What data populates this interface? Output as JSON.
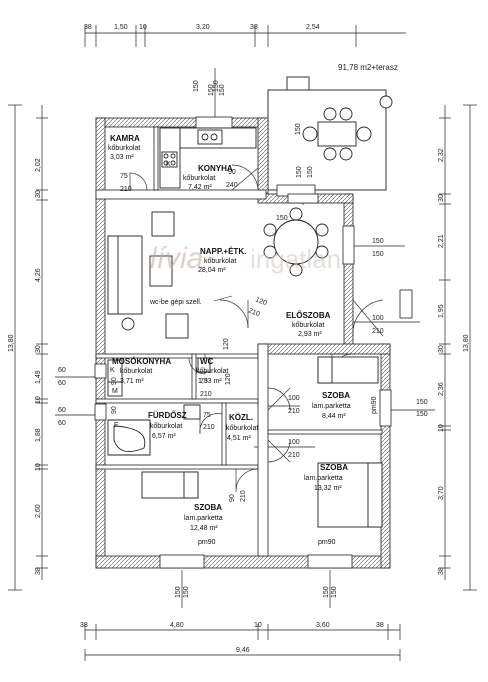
{
  "plan": {
    "area_note": "91,78 m2+terasz",
    "watermark": {
      "brand": "lívia",
      "suffix": "ingatlan"
    },
    "dims_top": [
      "38",
      "1,50",
      "10",
      "3,20",
      "38",
      "2,54"
    ],
    "dims_bottom": [
      "38",
      "4,80",
      "10",
      "3,60",
      "38"
    ],
    "dim_total": "9,46",
    "dims_left": [
      "2,02",
      "30",
      "4,26",
      "30",
      "1,49",
      "10",
      "1,88",
      "10",
      "2,60",
      "38"
    ],
    "dims_left_total": "13,80",
    "dims_right": [
      "2,32",
      "30",
      "2,21",
      "1,95",
      "30",
      "2,36",
      "10",
      "3,70",
      "38"
    ],
    "dims_right_total": "13,80",
    "openings": {
      "kamra_door": [
        "75",
        "210"
      ],
      "kitchen_window": [
        "150",
        "150"
      ],
      "kitchen_door": [
        "90",
        "240"
      ],
      "terrace_window": [
        "150",
        "150"
      ],
      "nappali_window_top": [
        "150",
        "150"
      ],
      "nappali_window_right": [
        "150",
        "150"
      ],
      "nappali_door": [
        "120",
        "210"
      ],
      "entry_door": [
        "100",
        "210"
      ],
      "moso_window": [
        "60",
        "60"
      ],
      "furdo_window": [
        "60",
        "60"
      ],
      "wc_door": [
        "75",
        "210"
      ],
      "moso_door": [
        "120"
      ],
      "furdo_door": [
        "75",
        "210"
      ],
      "szoba_right_door": [
        "100",
        "210"
      ],
      "szoba_right_window": [
        "150",
        "150"
      ],
      "szoba_br_door": [
        "100",
        "210"
      ],
      "szoba_bl_door": [
        "90",
        "210"
      ],
      "bottom_window_left": [
        "150",
        "150"
      ],
      "bottom_window_right": [
        "150",
        "150"
      ],
      "frame_label": "90",
      "moso_small_label": "90"
    },
    "rooms": {
      "kamra": {
        "name": "KAMRA",
        "floor": "kőburkolat",
        "area": "3,03 m²"
      },
      "konyha": {
        "name": "KONYHA",
        "floor": "kőburkolat",
        "area": "7,42 m²"
      },
      "nappali": {
        "name": "NAPP.+ÉTK.",
        "floor": "kőburkolat",
        "area": "28,04 m²"
      },
      "eloszoba": {
        "name": "ELŐSZOBA",
        "floor": "kőburkolat",
        "area": "2,93 m²"
      },
      "mosokonyha": {
        "name": "MOSÓKONYHA",
        "floor": "kőburkolat",
        "area": "3,71 m²"
      },
      "wc": {
        "name": "WC",
        "floor": "kőburkolat",
        "area": "1,33 m²"
      },
      "furdo": {
        "name": "FÜRDŐSZ",
        "floor": "kőburkolat",
        "area": "6,57 m²"
      },
      "kozl": {
        "name": "KÖZL.",
        "floor": "kőburkolat",
        "area": "4,51 m²"
      },
      "szoba_right": {
        "name": "SZOBA",
        "floor": "lam.parketta",
        "area": "8,44 m²"
      },
      "szoba_br": {
        "name": "SZOBA",
        "floor": "lam.parketta",
        "area": "13,32 m²"
      },
      "szoba_bl": {
        "name": "SZOBA",
        "floor": "lam.parketta",
        "area": "12,48 m²"
      }
    },
    "notes": {
      "wc_machine": "wc-be gépi szell.",
      "pm90_left": "pm90",
      "pm90_right": "pm90",
      "pm90_side": "pm90",
      "k_label": "K",
      "m_label": "M",
      "k_mark": "K",
      "bath_label": "F"
    }
  }
}
